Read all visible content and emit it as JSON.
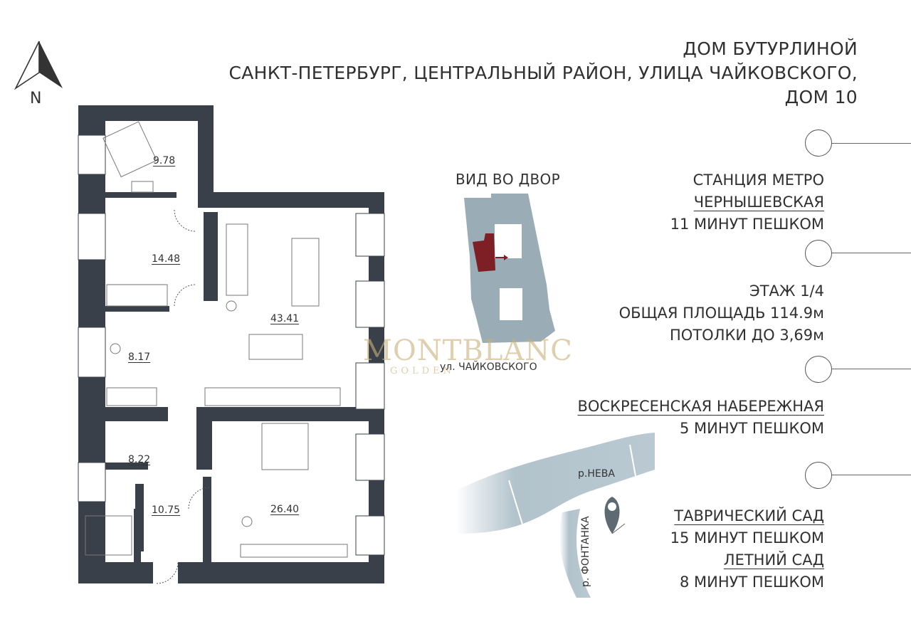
{
  "header": {
    "line1": "ДОМ БУТУРЛИНОЙ",
    "line2": "САНКТ-ПЕТЕРБУРГ, ЦЕНТРАЛЬНЫЙ РАЙОН, УЛИЦА ЧАЙКОВСКОГО,",
    "line3": "ДОМ 10"
  },
  "compass": {
    "label": "N"
  },
  "rooms": [
    {
      "area": "9.78"
    },
    {
      "area": "14.48"
    },
    {
      "area": "43.41"
    },
    {
      "area": "8.17"
    },
    {
      "area": "8.22"
    },
    {
      "area": "10.75"
    },
    {
      "area": "26.40"
    }
  ],
  "yard": {
    "title": "ВИД ВО ДВОР",
    "street": "ул. ЧАЙКОВСКОГО"
  },
  "watermark": {
    "brand": "MONTBLANC",
    "sub": "GOLDEN"
  },
  "map": {
    "river": "р.НЕВА",
    "canal": "р. ФОНТАНКА"
  },
  "info": {
    "metro_title": "СТАНЦИЯ МЕТРО",
    "metro_name": "ЧЕРНЫШЕВСКАЯ",
    "metro_time": "11 МИНУТ ПЕШКОМ",
    "floor": "ЭТАЖ 1/4",
    "area": "ОБЩАЯ ПЛОЩАДЬ 114.9м",
    "ceiling": "ПОТОЛКИ ДО 3,69м",
    "embankment": "ВОСКРЕСЕНСКАЯ НАБЕРЕЖНАЯ",
    "embankment_time": "5 МИНУТ ПЕШКОМ",
    "garden1": "ТАВРИЧЕСКИЙ САД",
    "garden1_time": "15 МИНУТ ПЕШКОМ",
    "garden2": "ЛЕТНИЙ САД",
    "garden2_time": "8 МИНУТ ПЕШКОМ"
  },
  "colors": {
    "wall": "#3a4049",
    "building": "#9aacb6",
    "highlight": "#7d1f24",
    "water": "#a9bcc6",
    "text": "#303030"
  }
}
